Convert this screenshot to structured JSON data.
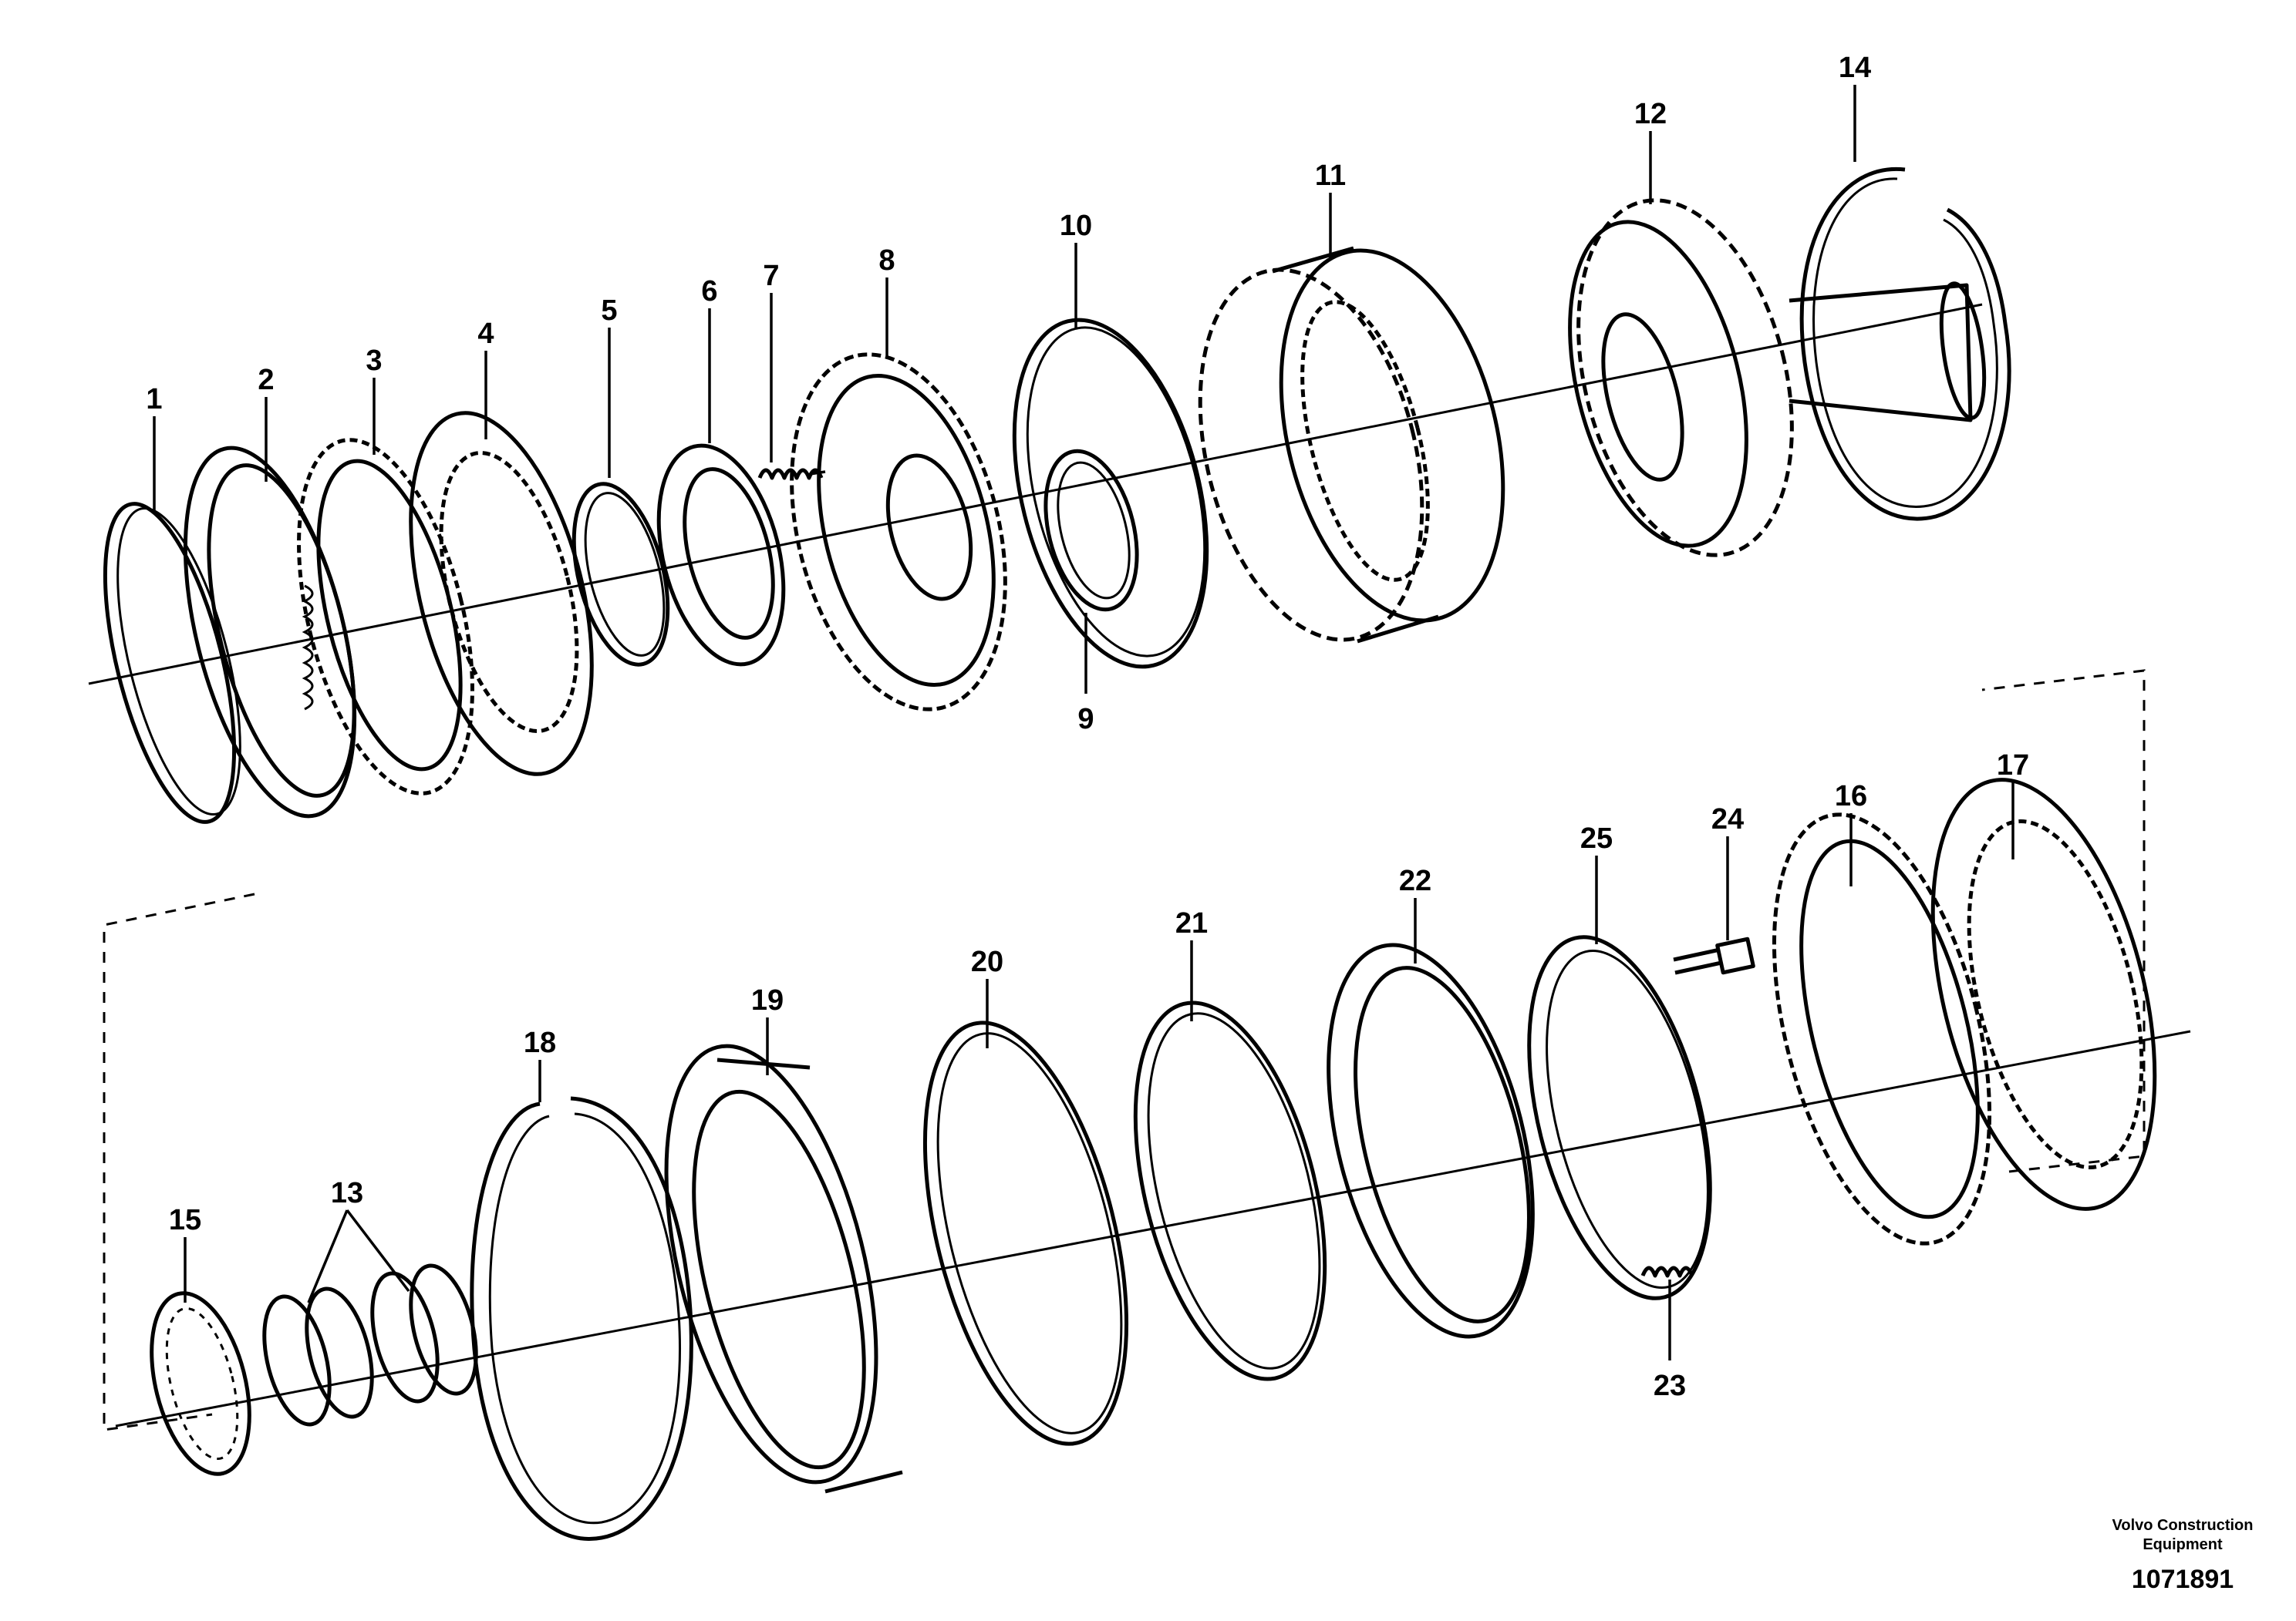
{
  "callouts": {
    "c1": "1",
    "c2": "2",
    "c3": "3",
    "c4": "4",
    "c5": "5",
    "c6": "6",
    "c7": "7",
    "c8": "8",
    "c9": "9",
    "c10": "10",
    "c11": "11",
    "c12": "12",
    "c13": "13",
    "c14": "14",
    "c15": "15",
    "c16": "16",
    "c17": "17",
    "c18": "18",
    "c19": "19",
    "c20": "20",
    "c21": "21",
    "c22": "22",
    "c23": "23",
    "c24": "24",
    "c25": "25"
  },
  "footer": {
    "brand_line1": "Volvo Construction",
    "brand_line2": "Equipment",
    "document_number": "1071891"
  }
}
